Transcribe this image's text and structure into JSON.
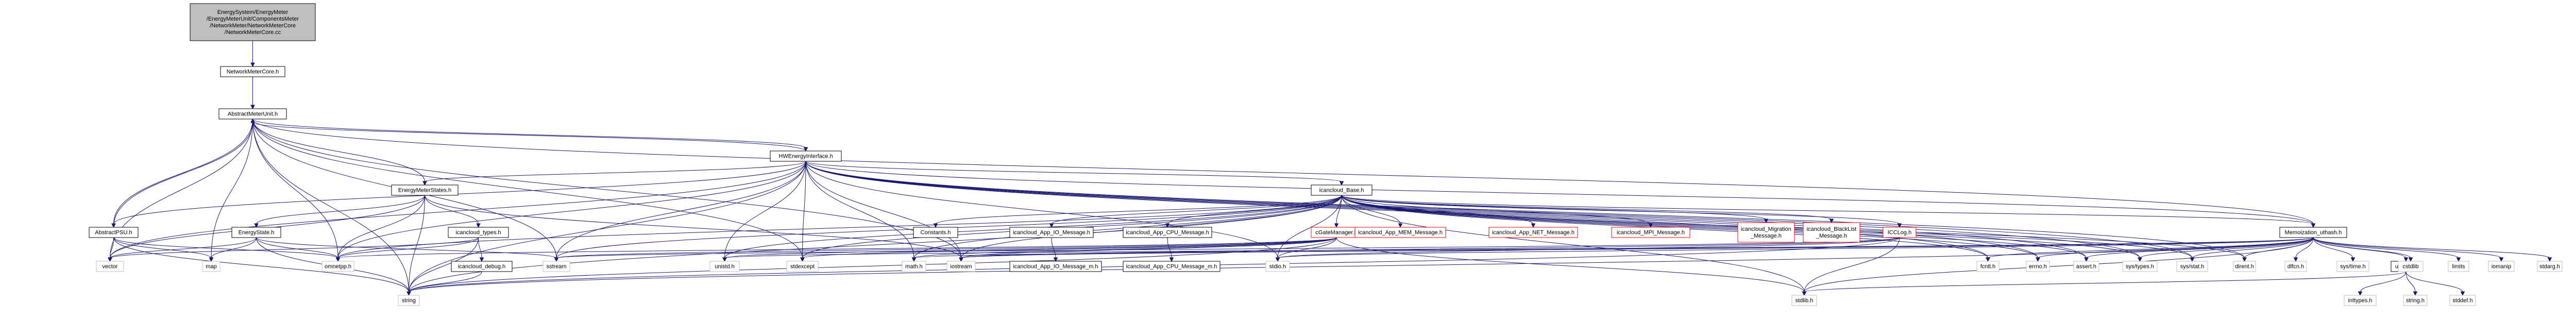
{
  "diagram": {
    "colors": {
      "edge": "#191970",
      "root_fill": "#bfbfbf",
      "node_border": "#000000",
      "missing_border": "#ff0000",
      "system_border": "#bfbfbf"
    },
    "nodes": [
      {
        "id": "root",
        "lines": [
          "EnergySystem/EnergyMeter",
          "/EnergyMeterUnit/ComponentsMeter",
          "/NetworkMeter/NetworkMeterCore",
          "/NetworkMeterCore.cc"
        ],
        "style": "root"
      },
      {
        "id": "netcore",
        "lines": [
          "NetworkMeterCore.h"
        ],
        "style": "normal"
      },
      {
        "id": "amu",
        "lines": [
          "AbstractMeterUnit.h"
        ],
        "style": "normal"
      },
      {
        "id": "hwe",
        "lines": [
          "HWEnergyInterface.h"
        ],
        "style": "normal"
      },
      {
        "id": "ems",
        "lines": [
          "EnergyMeterStates.h"
        ],
        "style": "normal"
      },
      {
        "id": "apsu",
        "lines": [
          "AbstractPSU.h"
        ],
        "style": "normal"
      },
      {
        "id": "es",
        "lines": [
          "EnergyState.h"
        ],
        "style": "normal"
      },
      {
        "id": "ictypes",
        "lines": [
          "icancloud_types.h"
        ],
        "style": "normal"
      },
      {
        "id": "icdebug",
        "lines": [
          "icancloud_debug.h"
        ],
        "style": "normal"
      },
      {
        "id": "icbase",
        "lines": [
          "icancloud_Base.h"
        ],
        "style": "normal"
      },
      {
        "id": "constants",
        "lines": [
          "Constants.h"
        ],
        "style": "normal"
      },
      {
        "id": "appio",
        "lines": [
          "icancloud_App_IO_Message.h"
        ],
        "style": "normal"
      },
      {
        "id": "appcpu",
        "lines": [
          "icancloud_App_CPU_Message.h"
        ],
        "style": "normal"
      },
      {
        "id": "appio_m",
        "lines": [
          "icancloud_App_IO_Message_m.h"
        ],
        "style": "normal"
      },
      {
        "id": "appcpu_m",
        "lines": [
          "icancloud_App_CPU_Message_m.h"
        ],
        "style": "normal"
      },
      {
        "id": "cgate",
        "lines": [
          "cGateManager.h"
        ],
        "style": "red"
      },
      {
        "id": "appmem",
        "lines": [
          "icancloud_App_MEM_Message.h"
        ],
        "style": "red"
      },
      {
        "id": "appnet",
        "lines": [
          "icancloud_App_NET_Message.h"
        ],
        "style": "red"
      },
      {
        "id": "mpimsg",
        "lines": [
          "icancloud_MPI_Message.h"
        ],
        "style": "red"
      },
      {
        "id": "migration",
        "lines": [
          "icancloud_Migration",
          "_Message.h"
        ],
        "style": "red"
      },
      {
        "id": "blacklist",
        "lines": [
          "icancloud_BlackList",
          "_Message.h"
        ],
        "style": "red"
      },
      {
        "id": "icclog",
        "lines": [
          "ICCLog.h"
        ],
        "style": "red"
      },
      {
        "id": "memo",
        "lines": [
          "Memoization_uthash.h"
        ],
        "style": "normal"
      },
      {
        "id": "uthash",
        "lines": [
          "uthash.h"
        ],
        "style": "normal"
      },
      {
        "id": "vector",
        "lines": [
          "vector"
        ],
        "style": "grey"
      },
      {
        "id": "map",
        "lines": [
          "map"
        ],
        "style": "grey"
      },
      {
        "id": "omnetpp",
        "lines": [
          "omnetpp.h"
        ],
        "style": "grey"
      },
      {
        "id": "sstream",
        "lines": [
          "sstream"
        ],
        "style": "grey"
      },
      {
        "id": "string",
        "lines": [
          "string"
        ],
        "style": "grey"
      },
      {
        "id": "unistd",
        "lines": [
          "unistd.h"
        ],
        "style": "grey"
      },
      {
        "id": "stdexcept",
        "lines": [
          "stdexcept"
        ],
        "style": "grey"
      },
      {
        "id": "mathh",
        "lines": [
          "math.h"
        ],
        "style": "grey"
      },
      {
        "id": "iostream",
        "lines": [
          "iostream"
        ],
        "style": "grey"
      },
      {
        "id": "stdioh",
        "lines": [
          "stdio.h"
        ],
        "style": "grey"
      },
      {
        "id": "stdlibh",
        "lines": [
          "stdlib.h"
        ],
        "style": "grey"
      },
      {
        "id": "fcntl",
        "lines": [
          "fcntl.h"
        ],
        "style": "grey"
      },
      {
        "id": "errno",
        "lines": [
          "errno.h"
        ],
        "style": "grey"
      },
      {
        "id": "assert",
        "lines": [
          "assert.h"
        ],
        "style": "grey"
      },
      {
        "id": "systypes",
        "lines": [
          "sys/types.h"
        ],
        "style": "grey"
      },
      {
        "id": "sysstat",
        "lines": [
          "sys/stat.h"
        ],
        "style": "grey"
      },
      {
        "id": "dirent",
        "lines": [
          "dirent.h"
        ],
        "style": "grey"
      },
      {
        "id": "dlfcn",
        "lines": [
          "dlfcn.h"
        ],
        "style": "grey"
      },
      {
        "id": "systime",
        "lines": [
          "sys/time.h"
        ],
        "style": "grey"
      },
      {
        "id": "cstdlib",
        "lines": [
          "cstdlib"
        ],
        "style": "grey"
      },
      {
        "id": "limits",
        "lines": [
          "limits"
        ],
        "style": "grey"
      },
      {
        "id": "iomanip",
        "lines": [
          "iomanip"
        ],
        "style": "grey"
      },
      {
        "id": "stdarg",
        "lines": [
          "stdarg.h"
        ],
        "style": "grey"
      },
      {
        "id": "inttypes",
        "lines": [
          "inttypes.h"
        ],
        "style": "grey"
      },
      {
        "id": "stringh",
        "lines": [
          "string.h"
        ],
        "style": "grey"
      },
      {
        "id": "stddef",
        "lines": [
          "stddef.h"
        ],
        "style": "grey"
      }
    ],
    "edges": [
      [
        "root",
        "netcore"
      ],
      [
        "netcore",
        "amu"
      ],
      [
        "amu",
        "hwe"
      ],
      [
        "amu",
        "ems"
      ],
      [
        "amu",
        "apsu"
      ],
      [
        "amu",
        "vector"
      ],
      [
        "amu",
        "map"
      ],
      [
        "amu",
        "omnetpp"
      ],
      [
        "amu",
        "sstream"
      ],
      [
        "amu",
        "string"
      ],
      [
        "amu",
        "stdexcept"
      ],
      [
        "amu",
        "iostream"
      ],
      [
        "amu",
        "memo"
      ],
      [
        "hwe",
        "icbase"
      ],
      [
        "hwe",
        "ems"
      ],
      [
        "hwe",
        "amu"
      ],
      [
        "hwe",
        "apsu"
      ],
      [
        "hwe",
        "vector"
      ],
      [
        "hwe",
        "omnetpp"
      ],
      [
        "hwe",
        "sstream"
      ],
      [
        "hwe",
        "string"
      ],
      [
        "hwe",
        "unistd"
      ],
      [
        "hwe",
        "stdexcept"
      ],
      [
        "hwe",
        "mathh"
      ],
      [
        "hwe",
        "iostream"
      ],
      [
        "hwe",
        "stdioh"
      ],
      [
        "hwe",
        "fcntl"
      ],
      [
        "hwe",
        "errno"
      ],
      [
        "hwe",
        "assert"
      ],
      [
        "hwe",
        "systypes"
      ],
      [
        "hwe",
        "sysstat"
      ],
      [
        "hwe",
        "dirent"
      ],
      [
        "hwe",
        "memo"
      ],
      [
        "ems",
        "es"
      ],
      [
        "ems",
        "ictypes"
      ],
      [
        "ems",
        "vector"
      ],
      [
        "ems",
        "omnetpp"
      ],
      [
        "ems",
        "iostream"
      ],
      [
        "ems",
        "string"
      ],
      [
        "apsu",
        "amu"
      ],
      [
        "apsu",
        "vector"
      ],
      [
        "apsu",
        "map"
      ],
      [
        "apsu",
        "omnetpp"
      ],
      [
        "apsu",
        "string"
      ],
      [
        "es",
        "vector"
      ],
      [
        "es",
        "map"
      ],
      [
        "es",
        "omnetpp"
      ],
      [
        "es",
        "sstream"
      ],
      [
        "es",
        "string"
      ],
      [
        "ictypes",
        "icdebug"
      ],
      [
        "ictypes",
        "omnetpp"
      ],
      [
        "ictypes",
        "string"
      ],
      [
        "ictypes",
        "vector"
      ],
      [
        "icdebug",
        "string"
      ],
      [
        "icbase",
        "constants"
      ],
      [
        "icbase",
        "appio"
      ],
      [
        "icbase",
        "appcpu"
      ],
      [
        "icbase",
        "cgate"
      ],
      [
        "icbase",
        "appmem"
      ],
      [
        "icbase",
        "appnet"
      ],
      [
        "icbase",
        "mpimsg"
      ],
      [
        "icbase",
        "migration"
      ],
      [
        "icbase",
        "blacklist"
      ],
      [
        "icbase",
        "icclog"
      ],
      [
        "icbase",
        "memo"
      ],
      [
        "icbase",
        "omnetpp"
      ],
      [
        "icbase",
        "sstream"
      ],
      [
        "icbase",
        "unistd"
      ],
      [
        "icbase",
        "stdexcept"
      ],
      [
        "icbase",
        "mathh"
      ],
      [
        "icbase",
        "iostream"
      ],
      [
        "icbase",
        "stdioh"
      ],
      [
        "icbase",
        "fcntl"
      ],
      [
        "icbase",
        "errno"
      ],
      [
        "icbase",
        "assert"
      ],
      [
        "icbase",
        "systypes"
      ],
      [
        "icbase",
        "sysstat"
      ],
      [
        "icbase",
        "dirent"
      ],
      [
        "icbase",
        "string"
      ],
      [
        "icbase",
        "stdlibh"
      ],
      [
        "appio",
        "appio_m"
      ],
      [
        "appcpu",
        "appcpu_m"
      ],
      [
        "cgate",
        "omnetpp"
      ],
      [
        "cgate",
        "string"
      ],
      [
        "cgate",
        "iostream"
      ],
      [
        "cgate",
        "stdioh"
      ],
      [
        "cgate",
        "mathh"
      ],
      [
        "cgate",
        "stdexcept"
      ],
      [
        "cgate",
        "sstream"
      ],
      [
        "cgate",
        "unistd"
      ],
      [
        "cgate",
        "stdlibh"
      ],
      [
        "icclog",
        "stdioh"
      ],
      [
        "icclog",
        "stdlibh"
      ],
      [
        "icclog",
        "sstream"
      ],
      [
        "icclog",
        "string"
      ],
      [
        "icclog",
        "iostream"
      ],
      [
        "memo",
        "uthash"
      ],
      [
        "memo",
        "dlfcn"
      ],
      [
        "memo",
        "systime"
      ],
      [
        "memo",
        "cstdlib"
      ],
      [
        "memo",
        "limits"
      ],
      [
        "memo",
        "iomanip"
      ],
      [
        "memo",
        "stdarg"
      ],
      [
        "memo",
        "stdioh"
      ],
      [
        "memo",
        "stdlibh"
      ],
      [
        "memo",
        "iostream"
      ],
      [
        "memo",
        "mathh"
      ],
      [
        "memo",
        "string"
      ],
      [
        "memo",
        "errno"
      ],
      [
        "memo",
        "sysstat"
      ],
      [
        "memo",
        "dirent"
      ],
      [
        "memo",
        "systypes"
      ],
      [
        "memo",
        "fcntl"
      ],
      [
        "memo",
        "assert"
      ],
      [
        "memo",
        "unistd"
      ],
      [
        "uthash",
        "inttypes"
      ],
      [
        "uthash",
        "stringh"
      ],
      [
        "uthash",
        "stddef"
      ],
      [
        "uthash",
        "stdlibh"
      ]
    ]
  }
}
